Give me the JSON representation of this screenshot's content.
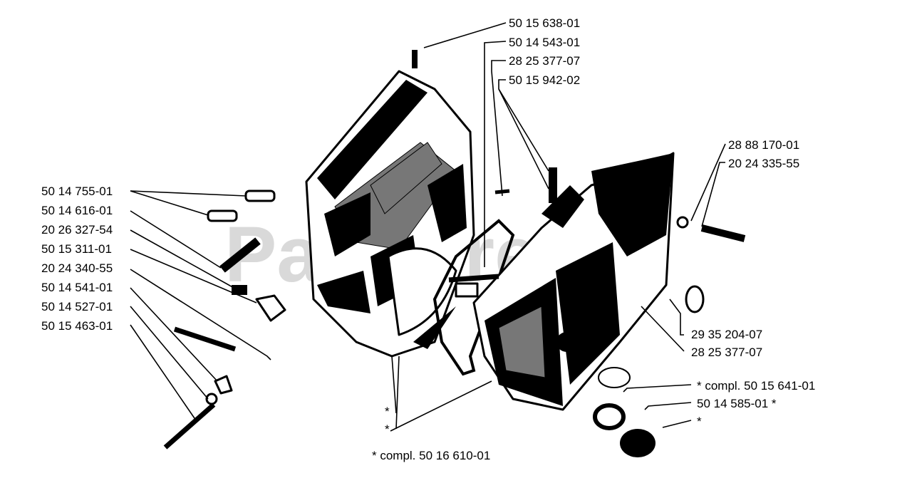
{
  "watermark": "PartsTree",
  "labels": {
    "l01": "50 15 638-01",
    "l02": "50 14 543-01",
    "l03": "28 25 377-07",
    "l04": "50 15 942-02",
    "l05": "28 88 170-01",
    "l06": "20 24 335-55",
    "l07": "50 14 755-01",
    "l08": "50 14 616-01",
    "l09": "20 26 327-54",
    "l10": "50 15 311-01",
    "l11": "20 24 340-55",
    "l12": "50 14 541-01",
    "l13": "50 14 527-01",
    "l14": "50 15 463-01",
    "l15": "29 35 204-07",
    "l16": "28 25 377-07",
    "l17": "*  compl. 50 15 641-01",
    "l18": "50 14 585-01  *",
    "l19": "*",
    "l20": "*",
    "l21": "*",
    "l22": "*  compl. 50 16 610-01"
  }
}
